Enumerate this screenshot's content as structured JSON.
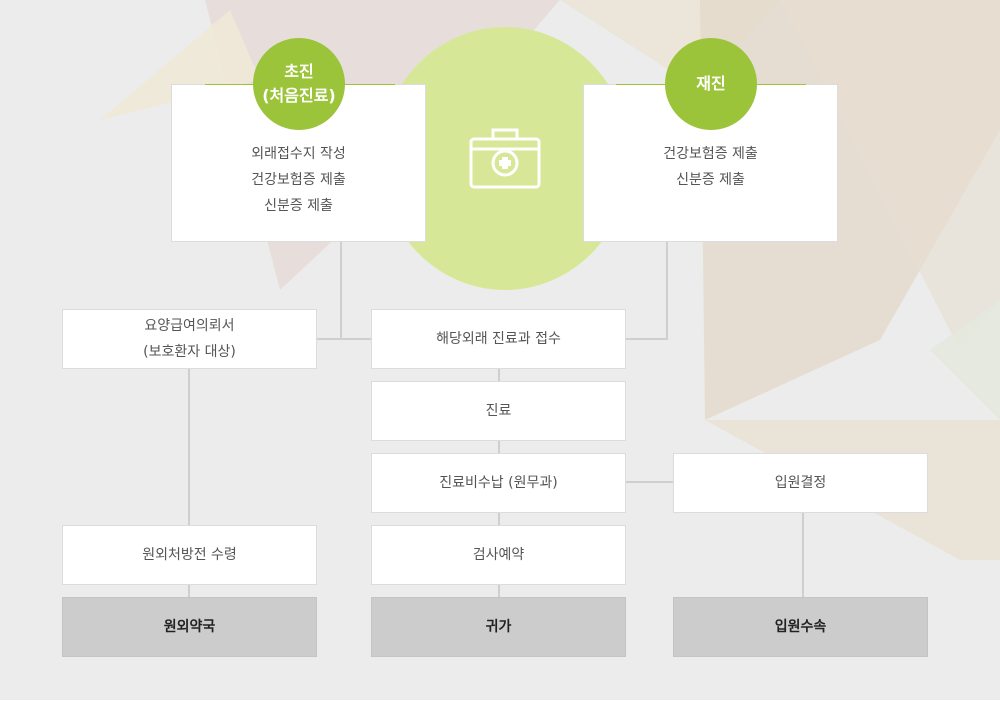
{
  "first_visit": {
    "badge_line1": "초진",
    "badge_line2": "(처음진료)",
    "items": [
      "외래접수지 작성",
      "건강보험증 제출",
      "신분증 제출"
    ]
  },
  "revisit": {
    "badge": "재진",
    "items": [
      "건강보험증 제출",
      "신분증 제출"
    ]
  },
  "center_icon": "medical-kit-icon",
  "referral": {
    "line1": "요양급여의뢰서",
    "line2": "(보호환자 대상)"
  },
  "steps": {
    "reception": "해당외래 진료과 접수",
    "treatment": "진료",
    "payment": "진료비수납 (원무과)",
    "exam": "검사예약",
    "go_home": "귀가"
  },
  "prescription": {
    "receive": "원외처방전 수령",
    "pharmacy": "원외약국"
  },
  "admission": {
    "decision": "입원결정",
    "procedure": "입원수속"
  },
  "colors": {
    "accent_green": "#9bc43a",
    "light_green": "#d6e897",
    "connector": "#cfcfcf",
    "final_box": "#cccccc"
  }
}
